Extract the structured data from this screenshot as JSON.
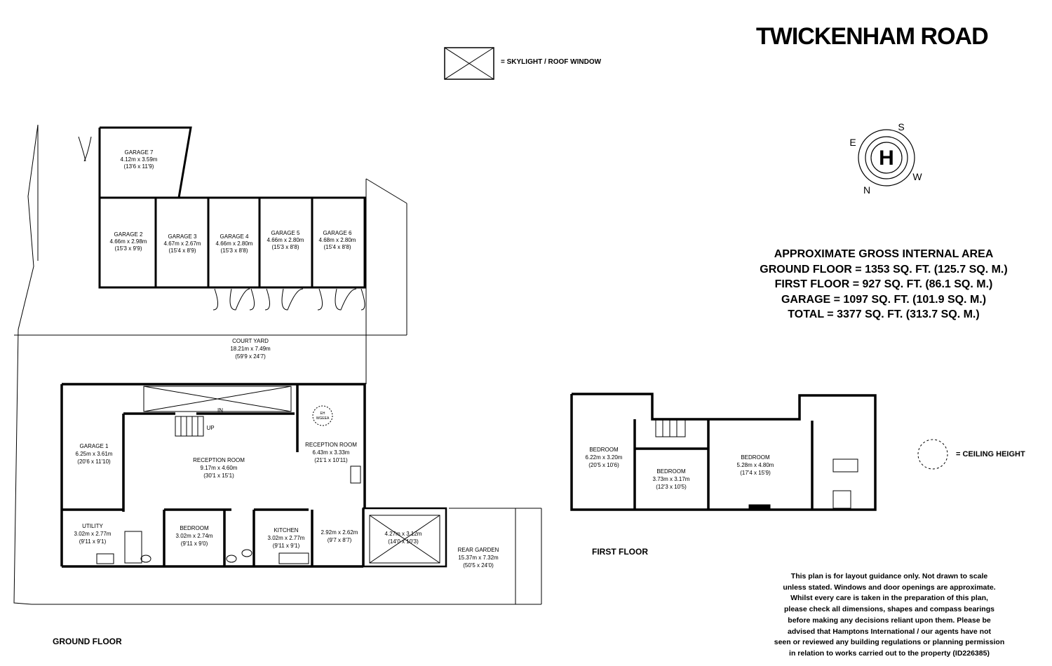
{
  "title": "TWICKENHAM ROAD",
  "legend": {
    "skylight": "= SKYLIGHT / ROOF  WINDOW",
    "ceiling": "= CEILING HEIGHT"
  },
  "compass": {
    "s": "S",
    "e": "E",
    "w": "W",
    "n": "N",
    "logo": "H"
  },
  "area": {
    "heading": "APPROXIMATE GROSS INTERNAL AREA",
    "ground": "GROUND FLOOR = 1353 SQ. FT. (125.7 SQ. M.)",
    "first": "FIRST FLOOR = 927 SQ. FT. (86.1 SQ. M.)",
    "garage": "GARAGE  = 1097 SQ. FT. (101.9 SQ. M.)",
    "total": "TOTAL =  3377 SQ. FT. (313.7 SQ. M.)"
  },
  "floors": {
    "ground": "GROUND FLOOR",
    "first": "FIRST FLOOR"
  },
  "rooms": {
    "garage7": {
      "name": "GARAGE 7",
      "metric": "4.12m x 3.59m",
      "imperial": "(13'6 x 11'9)"
    },
    "garage2": {
      "name": "GARAGE 2",
      "metric": "4.66m x 2.98m",
      "imperial": "(15'3 x 9'9)"
    },
    "garage3": {
      "name": "GARAGE 3",
      "metric": "4.67m x 2.67m",
      "imperial": "(15'4 x 8'9)"
    },
    "garage4": {
      "name": "GARAGE 4",
      "metric": "4.66m x 2.80m",
      "imperial": "(15'3 x 8'8)"
    },
    "garage5": {
      "name": "GARAGE 5",
      "metric": "4.66m x 2.80m",
      "imperial": "(15'3 x 8'8)"
    },
    "garage6": {
      "name": "GARAGE 6",
      "metric": "4.68m x 2.80m",
      "imperial": "(15'4 x 8'8)"
    },
    "courtyard": {
      "name": "COURT YARD",
      "metric": "18.21m x 7.49m",
      "imperial": "(59'9 x 24'7)"
    },
    "garage1": {
      "name": "GARAGE 1",
      "metric": "6.25m x 3.61m",
      "imperial": "(20'6 x 11'10)"
    },
    "reception1": {
      "name": "RECEPTION ROOM",
      "metric": "9.17m x 4.60m",
      "imperial": "(30'1 x 15'1)"
    },
    "reception2": {
      "name": "RECEPTION ROOM",
      "metric": "6.43m x 3.33m",
      "imperial": "(21'1 x 10'11)"
    },
    "utility": {
      "name": "UTILITY",
      "metric": "3.02m x 2.77m",
      "imperial": "(9'11 x 9'1)"
    },
    "bedroom_g": {
      "name": "BEDROOM",
      "metric": "3.02m x 2.74m",
      "imperial": "(9'11 x 9'0)"
    },
    "kitchen": {
      "name": "KITCHEN",
      "metric": "3.02m x 2.77m",
      "imperial": "(9'11 x 9'1)"
    },
    "hall": {
      "metric": "2.92m x 2.62m",
      "imperial": "(9'7 x 8'7)"
    },
    "conservatory": {
      "metric": "4.27m x 3.12m",
      "imperial": "(14'0 x 10'3)"
    },
    "rear_garden": {
      "name": "REAR GARDEN",
      "metric": "15.37m x 7.32m",
      "imperial": "(50'5 x 24'0)"
    },
    "bed_f1": {
      "name": "BEDROOM",
      "metric": "6.22m x 3.20m",
      "imperial": "(20'5 x 10'6)"
    },
    "bed_f2": {
      "name": "BEDROOM",
      "metric": "3.73m x 3.17m",
      "imperial": "(12'3 x 10'5)"
    },
    "bed_f3": {
      "name": "BEDROOM",
      "metric": "5.28m x 4.80m",
      "imperial": "(17'4 x 15'9)"
    }
  },
  "markers": {
    "in": "IN",
    "up": "UP",
    "eh": "EH",
    "wgeea": "WGEEA"
  },
  "disclaimer": [
    "This plan is for layout guidance only. Not drawn to scale",
    "unless stated. Windows and door openings are approximate.",
    "Whilst every care is taken in the preparation of this plan,",
    "please check all dimensions, shapes and compass bearings",
    "before making any decisions reliant upon them. Please be",
    "advised that Hamptons International / our agents have not",
    "seen or reviewed any building regulations or planning permission",
    "in relation to works carried out to the property (ID226385)"
  ]
}
